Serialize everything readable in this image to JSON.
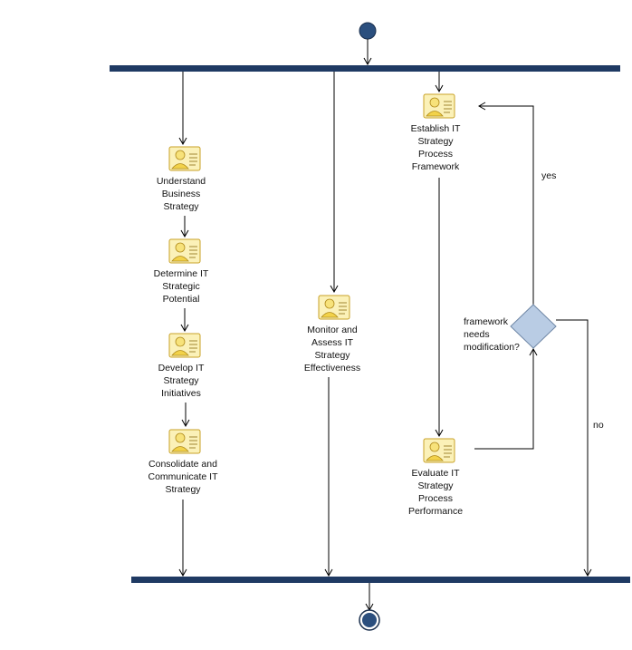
{
  "diagram": {
    "activities": [
      {
        "id": "understand",
        "lines": [
          "Understand",
          "Business",
          "Strategy"
        ]
      },
      {
        "id": "determine",
        "lines": [
          "Determine IT",
          "Strategic",
          "Potential"
        ]
      },
      {
        "id": "develop",
        "lines": [
          "Develop IT",
          "Strategy",
          "Initiatives"
        ]
      },
      {
        "id": "consolidate",
        "lines": [
          "Consolidate and",
          "Communicate IT",
          "Strategy"
        ]
      },
      {
        "id": "monitor",
        "lines": [
          "Monitor and",
          "Assess IT",
          "Strategy",
          "Effectiveness"
        ]
      },
      {
        "id": "establish",
        "lines": [
          "Establish IT",
          "Strategy",
          "Process",
          "Framework"
        ]
      },
      {
        "id": "evaluate",
        "lines": [
          "Evaluate IT",
          "Strategy",
          "Process",
          "Performance"
        ]
      }
    ],
    "decision": {
      "lines": [
        "framework",
        "needs",
        "modification?"
      ]
    },
    "guards": {
      "yes": "yes",
      "no": "no"
    },
    "colors": {
      "bar": "#1f3a63",
      "node": "#2b4f7e",
      "diamond_fill": "#b9cce4",
      "diamond_stroke": "#6f87a6",
      "icon_fill": "#f7e27a",
      "icon_stroke": "#c9a227"
    }
  }
}
